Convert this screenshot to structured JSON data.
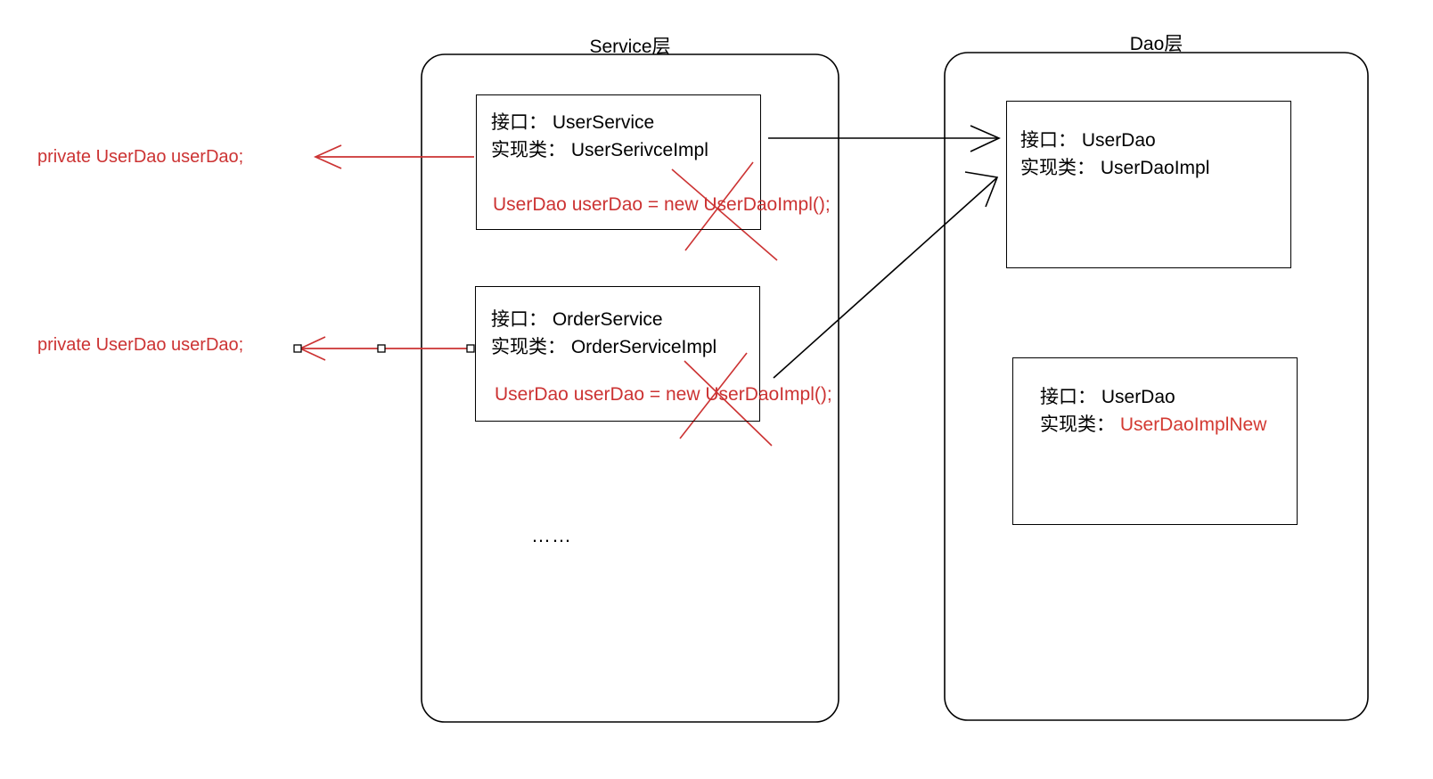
{
  "diagram": {
    "title_service": "Service层",
    "title_dao": "Dao层",
    "ellipsis": "……",
    "colors": {
      "stroke": "#000000",
      "red": "#cc3333",
      "red_accent": "#d33a32",
      "background": "#ffffff"
    }
  },
  "service_layer": {
    "label": "Service层",
    "classes": [
      {
        "interface_label": "接口：",
        "interface_name": "UserService",
        "impl_label": "实现类：",
        "impl_name": "UserSerivceImpl",
        "code_line": "UserDao userDao = new UserDaoImpl();",
        "code_struck_out": true
      },
      {
        "interface_label": "接口：",
        "interface_name": "OrderService",
        "impl_label": "实现类：",
        "impl_name": "OrderServiceImpl",
        "code_line": "UserDao userDao = new UserDaoImpl();",
        "code_struck_out": true
      }
    ],
    "more_indicator": "……"
  },
  "dao_layer": {
    "label": "Dao层",
    "classes": [
      {
        "interface_label": "接口：",
        "interface_name": "UserDao",
        "impl_label": "实现类：",
        "impl_name": "UserDaoImpl",
        "impl_highlighted": false
      },
      {
        "interface_label": "接口：",
        "interface_name": "UserDao",
        "impl_label": "实现类：",
        "impl_name": "UserDaoImplNew",
        "impl_highlighted": true
      }
    ]
  },
  "annotations": [
    {
      "id": "field-user-service",
      "text": "private UserDao userDao;",
      "color": "#cc3333",
      "selected": false
    },
    {
      "id": "field-order-service",
      "text": "private UserDao userDao;",
      "color": "#cc3333",
      "selected": true
    }
  ]
}
